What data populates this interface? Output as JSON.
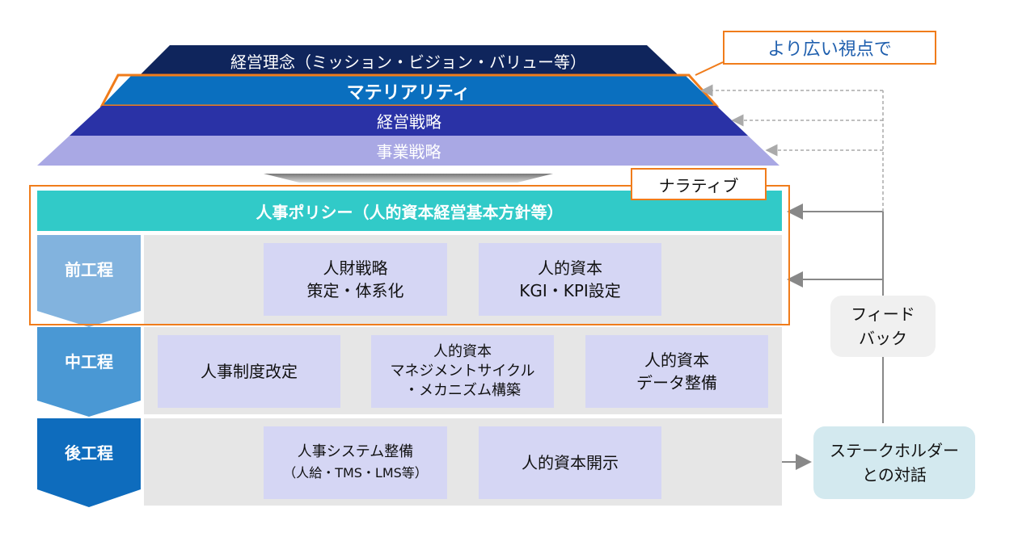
{
  "colors": {
    "navy": "#0f255c",
    "materiality_blue": "#0a6fbf",
    "indigo": "#2a32a6",
    "lavender": "#a9a8e4",
    "teal": "#31cac8",
    "orange": "#f07c1b",
    "box_fill": "#d5d6f4",
    "panel_gray": "#e6e6e6",
    "stage_light": "#82b3de",
    "stage_mid": "#4a98d4",
    "stage_dark": "#0e6cbd",
    "stakeholder_fill": "#d3e9ef",
    "feedback_fill": "#f0f0f0"
  },
  "pyramid": {
    "philosophy": "経営理念（ミッション・ビジョン・バリュー等）",
    "materiality": "マテリアリティ",
    "management_strategy": "経営戦略",
    "business_strategy": "事業戦略"
  },
  "callouts": {
    "wider_view": "より広い視点で",
    "narrative": "ナラティブ"
  },
  "hr_policy": "人事ポリシー（人的資本経営基本方針等）",
  "stages": {
    "front": {
      "label": "前工程",
      "boxes": [
        [
          "人財戦略",
          "策定・体系化"
        ],
        [
          "人的資本",
          "KGI・KPI設定"
        ]
      ]
    },
    "middle": {
      "label": "中工程",
      "boxes": [
        [
          "人事制度改定"
        ],
        [
          "人的資本",
          "マネジメントサイクル",
          "・メカニズム構築"
        ],
        [
          "人的資本",
          "データ整備"
        ]
      ]
    },
    "back": {
      "label": "後工程",
      "boxes": [
        [
          "人事システム整備",
          "（人給・TMS・LMS等）"
        ],
        [
          "人的資本開示"
        ]
      ]
    }
  },
  "feedback": [
    "フィード",
    "バック"
  ],
  "stakeholder": [
    "ステークホルダー",
    "との対話"
  ]
}
